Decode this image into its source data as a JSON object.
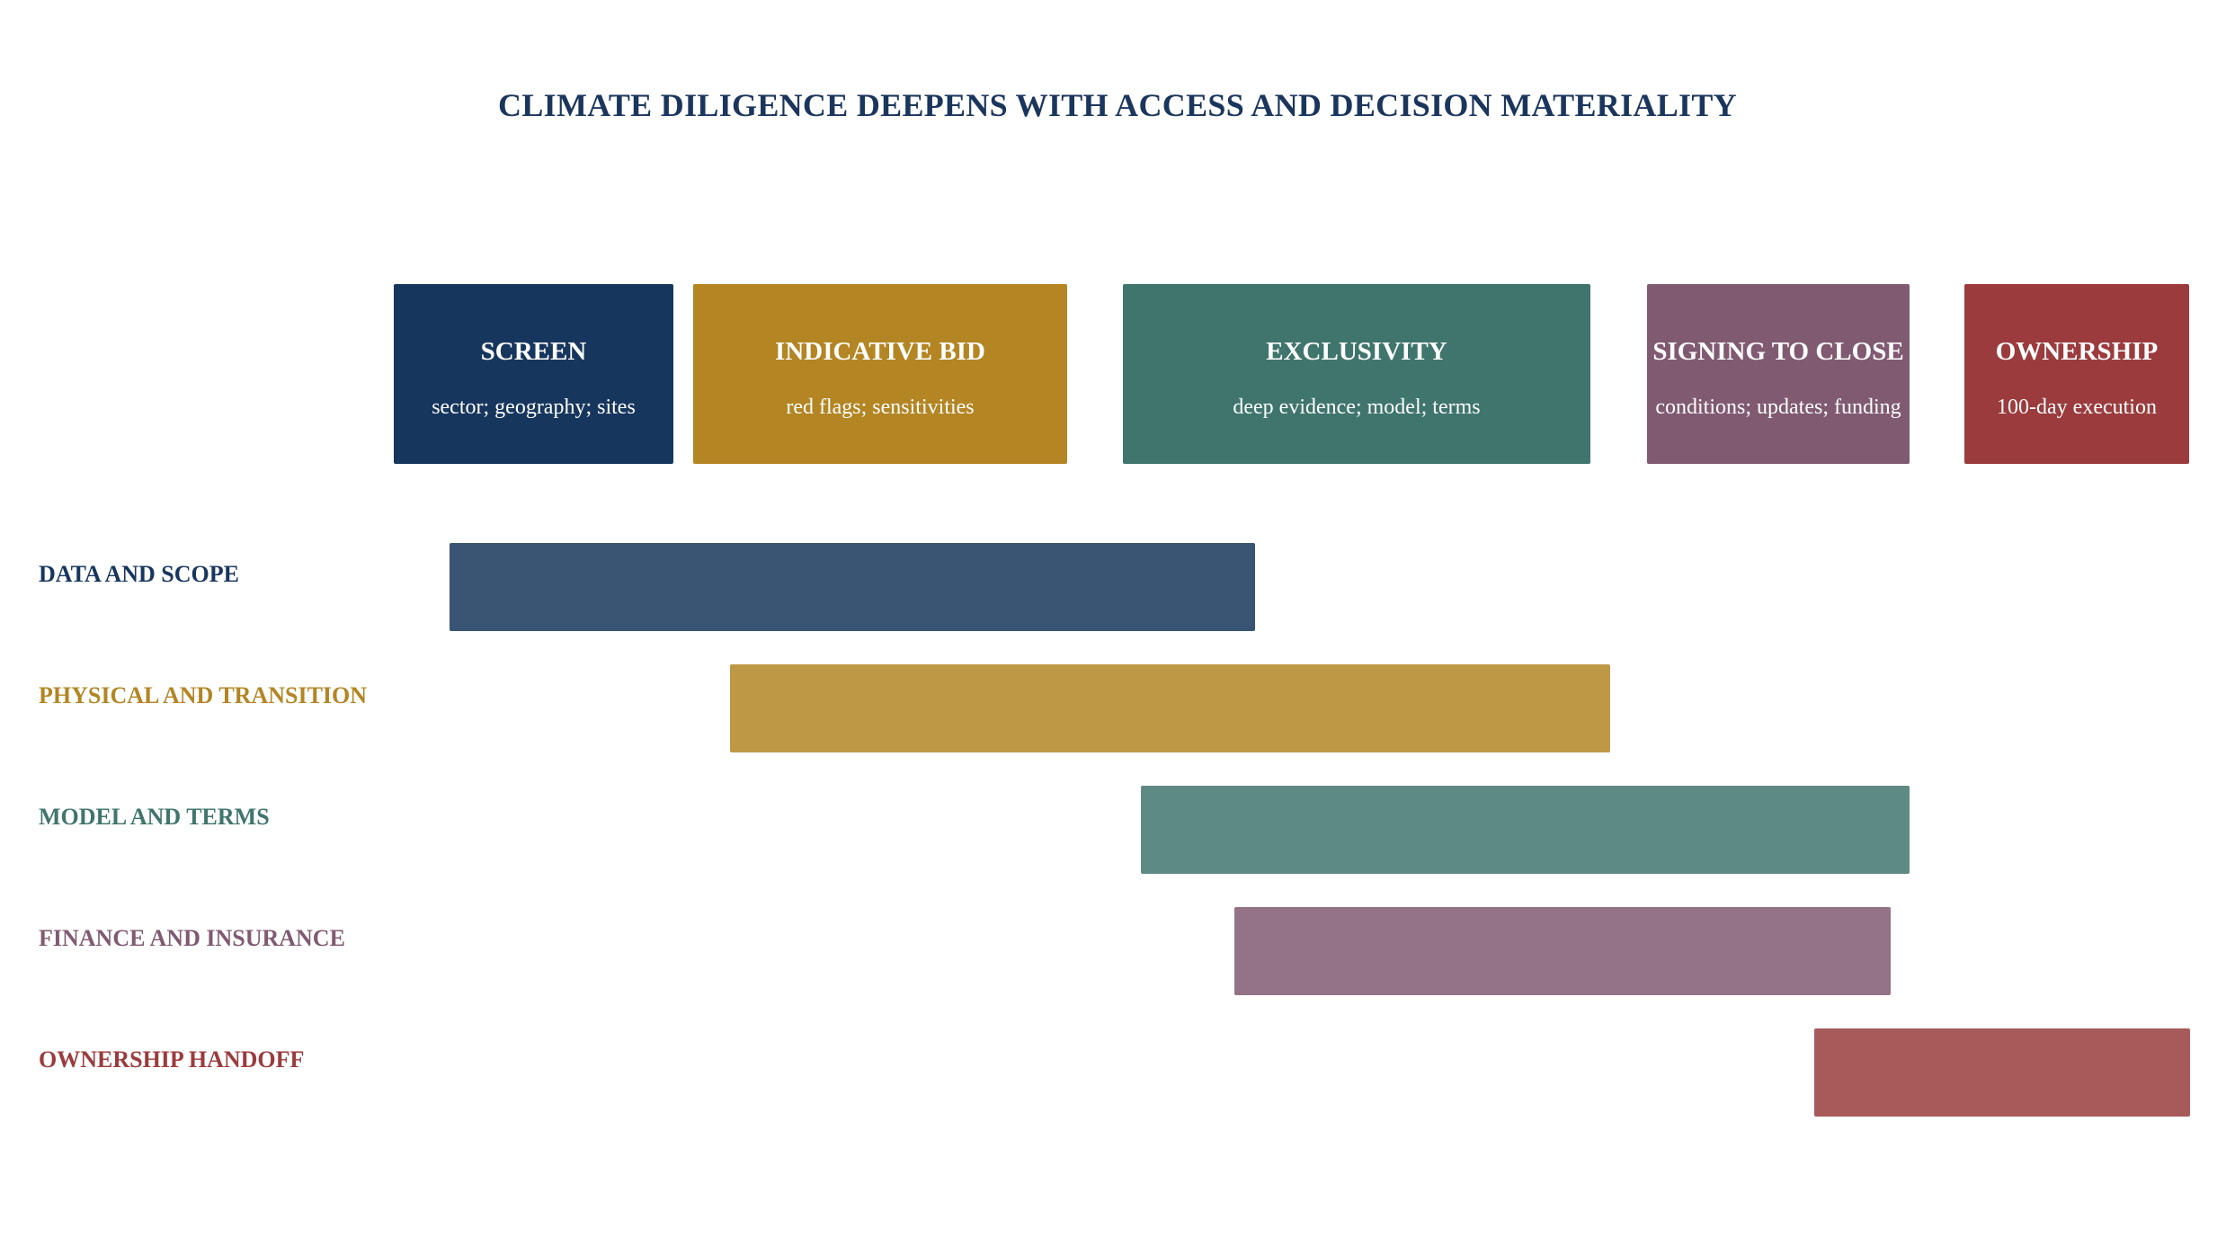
{
  "title": "CLIMATE DILIGENCE DEEPENS WITH ACCESS AND DECISION MATERIALITY",
  "phases": [
    {
      "name": "SCREEN",
      "desc": "sector; geography; sites",
      "color": "#17365d"
    },
    {
      "name": "INDICATIVE BID",
      "desc": "red flags; sensitivities",
      "color": "#b38523"
    },
    {
      "name": "EXCLUSIVITY",
      "desc": "deep evidence; model; terms",
      "color": "#3f756c"
    },
    {
      "name": "SIGNING TO CLOSE",
      "desc": "conditions; updates; funding",
      "color": "#805a71"
    },
    {
      "name": "OWNERSHIP",
      "desc": "100-day execution",
      "color": "#9b3b3d"
    }
  ],
  "workstreams": [
    {
      "label": "DATA AND SCOPE",
      "color": "#17365d",
      "bar_color": "#3a5574"
    },
    {
      "label": "PHYSICAL AND TRANSITION",
      "color": "#b38523",
      "bar_color": "#bf9846"
    },
    {
      "label": "MODEL AND TERMS",
      "color": "#3f756c",
      "bar_color": "#5d8a83"
    },
    {
      "label": "FINANCE AND INSURANCE",
      "color": "#805a71",
      "bar_color": "#937385"
    },
    {
      "label": "OWNERSHIP HANDOFF",
      "color": "#9b3b3d",
      "bar_color": "#a85a5b"
    }
  ]
}
